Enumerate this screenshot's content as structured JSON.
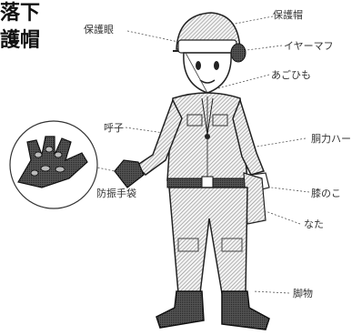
{
  "heading": {
    "line1": "落下",
    "line2": "護帽"
  },
  "labels": {
    "glasses": "保護眼",
    "helmet": "保護帽",
    "earmuff": "イヤーマフ",
    "chinstrap": "あごひも",
    "whistle": "呼子",
    "belt": "胴力ハー",
    "knee_pad": "膝のこ",
    "hatchet": "なた",
    "vibration_gloves": "防振手袋",
    "boots": "脚物"
  }
}
